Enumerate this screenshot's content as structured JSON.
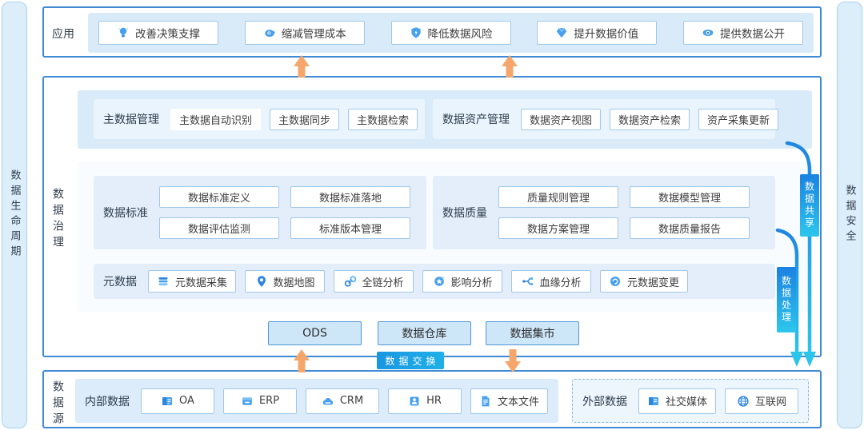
{
  "colors": {
    "band_border": "#3f8ad4",
    "panel_blue": "#d9ebf9",
    "group_blue": "#e3eefa",
    "chip_border": "#9fc8ea",
    "storage_fill": "#cde6f8",
    "storage_border": "#4f97d6",
    "orange_arrow": "#f5a76b",
    "flow_gradient_top": "#1b82e1",
    "flow_gradient_bottom": "#2cc6ec",
    "exchange_blue": "#1a96e0"
  },
  "left_rail": {
    "label": "数据生命周期"
  },
  "right_rail": {
    "label": "数据安全"
  },
  "application_band": {
    "label": "应用",
    "buttons": [
      {
        "label": "改善决策支撑",
        "icon": "lightbulb-icon"
      },
      {
        "label": "缩减管理成本",
        "icon": "piggy-bank-icon"
      },
      {
        "label": "降低数据风险",
        "icon": "shield-icon"
      },
      {
        "label": "提升数据价值",
        "icon": "diamond-icon"
      },
      {
        "label": "提供数据公开",
        "icon": "eye-icon"
      }
    ]
  },
  "governance_band": {
    "label": "数据治理",
    "management_row": {
      "groups": [
        {
          "label": "主数据管理",
          "buttons": [
            {
              "label": "主数据自动识别",
              "borderless": true
            },
            {
              "label": "主数据同步"
            },
            {
              "label": "主数据检索"
            }
          ]
        },
        {
          "label": "数据资产管理",
          "buttons": [
            {
              "label": "数据资产视图"
            },
            {
              "label": "数据资产检索"
            },
            {
              "label": "资产采集更新"
            }
          ]
        }
      ]
    },
    "standard_quality_row": {
      "groups": [
        {
          "label": "数据标准",
          "buttons": [
            {
              "label": "数据标准定义"
            },
            {
              "label": "数据标准落地"
            },
            {
              "label": "数据评估监测"
            },
            {
              "label": "标准版本管理"
            }
          ]
        },
        {
          "label": "数据质量",
          "buttons": [
            {
              "label": "质量规则管理"
            },
            {
              "label": "数据模型管理"
            },
            {
              "label": "数据方案管理"
            },
            {
              "label": "数据质量报告"
            }
          ]
        }
      ]
    },
    "metadata_row": {
      "label": "元数据",
      "buttons": [
        {
          "label": "元数据采集",
          "icon": "database-icon"
        },
        {
          "label": "数据地图",
          "icon": "map-pin-icon"
        },
        {
          "label": "全链分析",
          "icon": "chain-link-icon"
        },
        {
          "label": "影响分析",
          "icon": "impact-star-icon"
        },
        {
          "label": "血缘分析",
          "icon": "lineage-branch-icon"
        },
        {
          "label": "元数据变更",
          "icon": "change-circle-icon"
        }
      ]
    },
    "storage_row": {
      "boxes": [
        {
          "label": "ODS"
        },
        {
          "label": "数据仓库"
        },
        {
          "label": "数据集市"
        }
      ]
    }
  },
  "exchange_badge": {
    "label": "数据交换"
  },
  "flow_badges": [
    {
      "label": "数据共享"
    },
    {
      "label": "数据处理"
    }
  ],
  "source_band": {
    "label": "数据源",
    "internal_group": {
      "label": "内部数据",
      "buttons": [
        {
          "label": "OA",
          "icon": "oa-doc-icon"
        },
        {
          "label": "ERP",
          "icon": "erp-box-icon"
        },
        {
          "label": "CRM",
          "icon": "crm-cloud-icon"
        },
        {
          "label": "HR",
          "icon": "hr-person-icon"
        },
        {
          "label": "文本文件",
          "icon": "text-file-icon"
        }
      ]
    },
    "external_group": {
      "label": "外部数据",
      "buttons": [
        {
          "label": "社交媒体",
          "icon": "social-media-icon"
        },
        {
          "label": "互联网",
          "icon": "globe-icon"
        }
      ]
    }
  }
}
